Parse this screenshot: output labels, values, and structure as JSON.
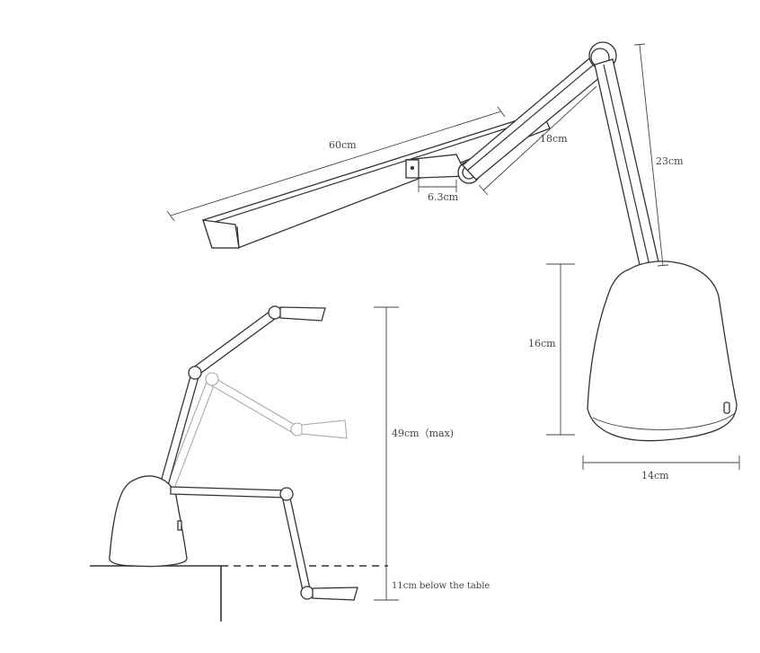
{
  "dimensions": {
    "bar_length": "60cm",
    "arm_upper": "18cm",
    "joint_block": "6.3cm",
    "arm_lower": "23cm",
    "base_height": "16cm",
    "base_width": "14cm",
    "max_height": "49cm（max)",
    "below_table": "11cm below the table"
  }
}
